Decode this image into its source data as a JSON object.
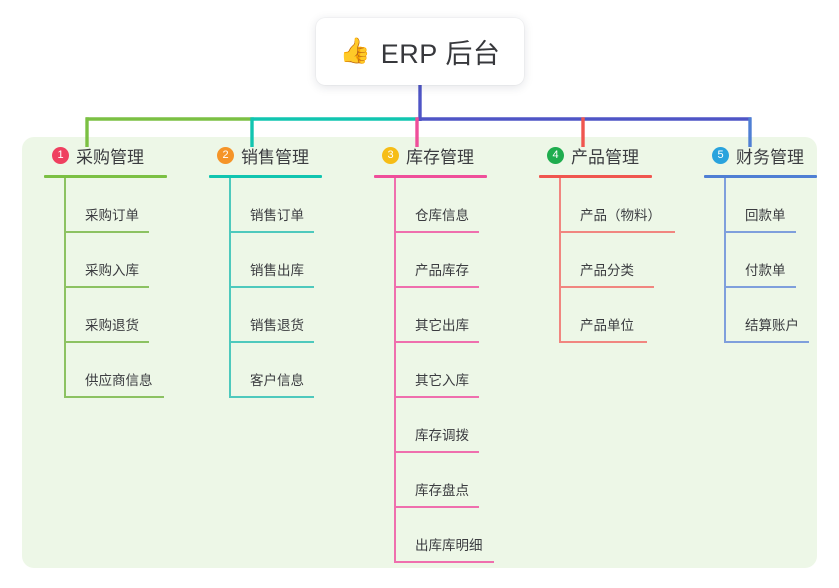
{
  "root": {
    "icon": "thumbs-up-icon",
    "emoji": "👍",
    "title": "ERP 后台"
  },
  "panel": {
    "background_color": "#edf7e7"
  },
  "connector_colors": {
    "root_stem": "#4f55c6",
    "segment_1": "#7bc043",
    "segment_2": "#11c5b0",
    "segment_3": "#4f55c6",
    "drop_1": "#7bc043",
    "drop_2": "#11c5b0",
    "drop_3": "#ef4f9a",
    "drop_4": "#f0564f",
    "drop_5": "#4f7fd4"
  },
  "columns": [
    {
      "number": "1",
      "title": "采购管理",
      "badge_color": "#ef4060",
      "rule_color": "#7bc043",
      "line_color": "#8cc262",
      "title_rule_width": 123,
      "items": [
        {
          "label": "采购订单",
          "rule_width": 85
        },
        {
          "label": "采购入库",
          "rule_width": 85
        },
        {
          "label": "采购退货",
          "rule_width": 85
        },
        {
          "label": "供应商信息",
          "rule_width": 100
        }
      ]
    },
    {
      "number": "2",
      "title": "销售管理",
      "badge_color": "#f59428",
      "rule_color": "#11c5b0",
      "line_color": "#4ec9bd",
      "title_rule_width": 113,
      "items": [
        {
          "label": "销售订单",
          "rule_width": 85
        },
        {
          "label": "销售出库",
          "rule_width": 85
        },
        {
          "label": "销售退货",
          "rule_width": 85
        },
        {
          "label": "客户信息",
          "rule_width": 85
        }
      ]
    },
    {
      "number": "3",
      "title": "库存管理",
      "badge_color": "#f6bd16",
      "rule_color": "#ef4f9a",
      "line_color": "#ef6fae",
      "title_rule_width": 113,
      "items": [
        {
          "label": "仓库信息",
          "rule_width": 85
        },
        {
          "label": "产品库存",
          "rule_width": 85
        },
        {
          "label": "其它出库",
          "rule_width": 85
        },
        {
          "label": "其它入库",
          "rule_width": 85
        },
        {
          "label": "库存调拨",
          "rule_width": 85
        },
        {
          "label": "库存盘点",
          "rule_width": 85
        },
        {
          "label": "出库库明细",
          "rule_width": 100
        }
      ]
    },
    {
      "number": "4",
      "title": "产品管理",
      "badge_color": "#1fad4e",
      "rule_color": "#f0564f",
      "line_color": "#f18680",
      "title_rule_width": 113,
      "items": [
        {
          "label": "产品（物料）",
          "rule_width": 116
        },
        {
          "label": "产品分类",
          "rule_width": 95
        },
        {
          "label": "产品单位",
          "rule_width": 88
        }
      ]
    },
    {
      "number": "5",
      "title": "财务管理",
      "badge_color": "#29a3dd",
      "rule_color": "#4f7fd4",
      "line_color": "#7f9fdc",
      "title_rule_width": 113,
      "items": [
        {
          "label": "回款单",
          "rule_width": 72
        },
        {
          "label": "付款单",
          "rule_width": 72
        },
        {
          "label": "结算账户",
          "rule_width": 85
        }
      ]
    }
  ]
}
